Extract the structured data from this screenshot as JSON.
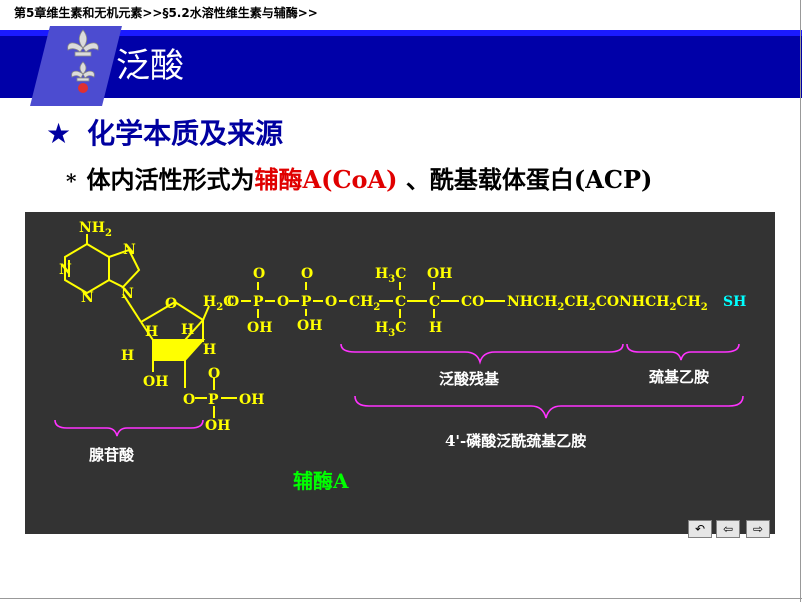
{
  "breadcrumb": "第5章维生素和无机元素>>§5.2水溶性维生素与辅酶>>",
  "page_title": "泛酸",
  "heading": {
    "star": "★",
    "text": "化学本质及来源"
  },
  "bullet": {
    "marker": "*",
    "prefix": "体内活性形式为",
    "highlight": "辅酶A(CoA)",
    "suffix": " 、酰基载体蛋白(ACP)"
  },
  "colors": {
    "title_bar": "#0000a8",
    "heading": "#0000a0",
    "highlight": "#e00000",
    "panel": "#333333",
    "formula": "#ffff00",
    "thiol": "#00ffff",
    "brace": "#ff33ff",
    "coa_label": "#00ff00"
  },
  "structure": {
    "amine": "NH",
    "amine_sub": "2",
    "n1": "N",
    "n3": "N",
    "n7": "N",
    "n9": "N",
    "ring_o": "O",
    "ch2": "H",
    "ch2_sub": "2",
    "ch2_c": "C",
    "h_left": "H",
    "h_top1": "H",
    "h_top2": "H",
    "h_right": "H",
    "oh_ribose": "OH",
    "ester_o": "O",
    "phos_p": "P",
    "phos_o_top": "O",
    "phos_oh": "OH",
    "phos3_oh_right": "OH",
    "phos3_oh_bottom": "OH",
    "phos1_o_top": "O",
    "phos1_oh": "OH",
    "phos2_o_top": "O",
    "phos2_oh": "OH",
    "o_link1": "O",
    "o_link2": "O",
    "o_link3": "O",
    "o_link4": "O",
    "p1": "P",
    "p2": "P",
    "ch2_link": "CH",
    "ch2_link_sub": "2",
    "c_quat": "C",
    "ch3_top": "H",
    "ch3_top_sub": "3",
    "ch3_top_c": "C",
    "ch3_bot": "H",
    "ch3_bot_sub": "3",
    "ch3_bot_c": "C",
    "c_oh": "C",
    "oh_top": "OH",
    "h_bottom": "H",
    "chain_co": "CO",
    "chain_nh": "NHCH",
    "chain_nh_sub1": "2",
    "chain_ch": "CH",
    "chain_nh_sub2": "2",
    "chain_conh": "CONHCH",
    "chain_sub3": "2",
    "chain_ch2": "CH",
    "chain_sub4": "2",
    "thiol": "SH"
  },
  "labels": {
    "pantoic": "泛酸残基",
    "cysteamine": "巯基乙胺",
    "adenosine": "腺苷酸",
    "phosphopantetheine": "4'-磷酸泛酰巯基乙胺",
    "coa": "辅酶A"
  },
  "nav": {
    "return": "↶",
    "prev": "⇦",
    "next": "⇨"
  }
}
